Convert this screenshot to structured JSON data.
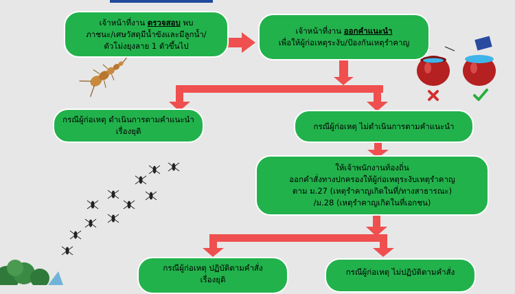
{
  "colors": {
    "background": "#e7e7e7",
    "box_fill": "#22b24c",
    "box_border": "#ffffff",
    "arrow": "#ef4f4f",
    "cross": "#d32f2f",
    "check": "#27ae3f"
  },
  "boxes": {
    "inspect": {
      "line1_pre": "เจ้าหน้าที่งาน ",
      "line1_ul": "ตรวจสอบ",
      "line1_post": " พบ",
      "line2": "ภาชนะ/เศษวัสดุมีน้ำขังและมีลูกน้ำ/",
      "line3": "ตัวโม่งยุงลาย 1 ตัวขึ้นไป"
    },
    "advise": {
      "line1_pre": "เจ้าหน้าที่งาน ",
      "line1_ul": "ออกคำแนะนำ",
      "line2": "เพื่อให้ผู้ก่อเหตุระงับ/ป้องกันเหตุรำคาญ"
    },
    "complied": {
      "line1": "กรณีผู้ก่อเหตุ ดำเนินการตามคำแนะนำ",
      "line2": "เรื่องยุติ"
    },
    "not_complied": {
      "line1": "กรณีผู้ก่อเหตุ ไม่ดำเนินการตามคำแนะนำ"
    },
    "order": {
      "line1": "ให้เจ้าพนักงานท้องถิ่น",
      "line2": "ออกคำสั่งทางปกครองให้ผู้ก่อเหตุระงับเหตุรำคาญ",
      "line3": "ตาม ม.27 (เหตุรำคาญเกิดในที่/ทางสาธารณะ)",
      "line4": "/ม.28 (เหตุรำคาญเกิดในที่เอกชน)"
    },
    "order_complied": {
      "line1": "กรณีผู้ก่อเหตุ ปฏิบัติตามคำสั่ง",
      "line2": "เรื่องยุติ"
    },
    "order_not_complied": {
      "line1": "กรณีผู้ก่อเหตุ ไม่ปฏิบัติตามคำสั่ง"
    }
  },
  "icons": [
    "larva-icon",
    "mosquito-swarm-icon",
    "open-jar-icon",
    "covered-jar-icon",
    "cross-icon",
    "check-icon",
    "tree-icon"
  ]
}
